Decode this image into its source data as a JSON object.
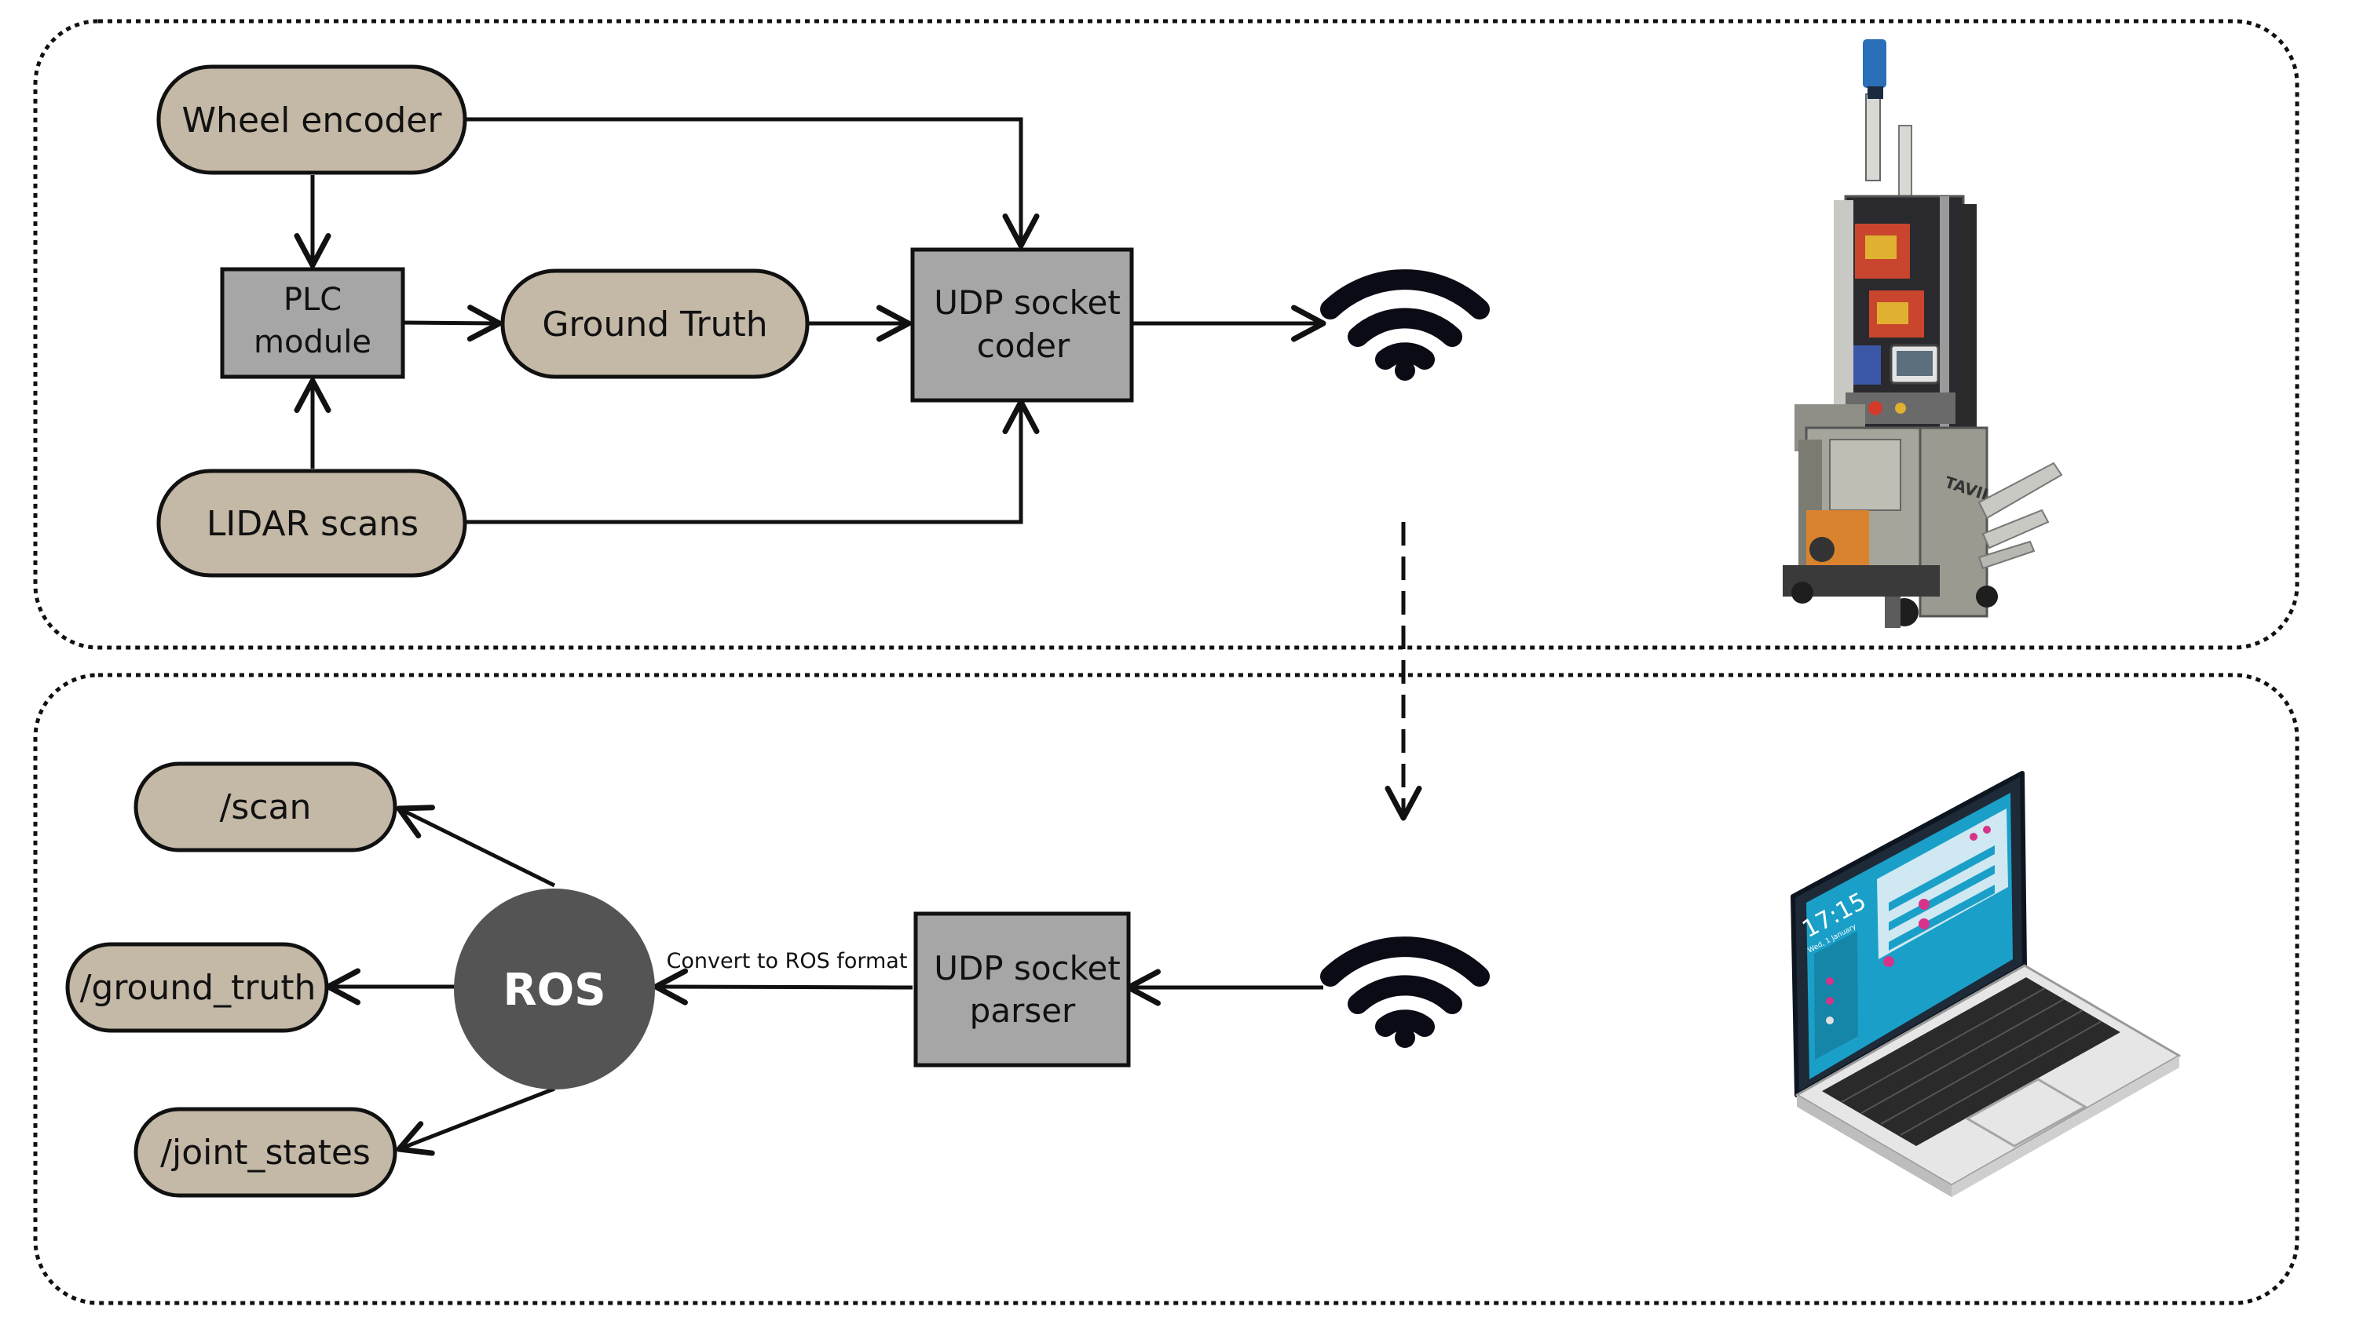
{
  "colors": {
    "pill_fill": "#c4b8a6",
    "box_fill": "#a6a6a6",
    "ros_fill": "#545454",
    "stroke": "#111111",
    "wifi": "#0b0b16",
    "laptop_screen": "#1aa0c8",
    "laptop_accent": "#d6338a"
  },
  "top_panel": {
    "wheel_encoder": "Wheel encoder",
    "plc_line1": "PLC",
    "plc_line2": "module",
    "ground_truth": "Ground Truth",
    "lidar_scans": "LIDAR scans",
    "udp_coder_line1": "UDP socket",
    "udp_coder_line2": "coder",
    "robot_icon": "forklift-robot-photo",
    "robot_brand": "TAVIL"
  },
  "bottom_panel": {
    "udp_parser_line1": "UDP socket",
    "udp_parser_line2": "parser",
    "convert_label": "Convert to ROS format",
    "ros": "ROS",
    "topic_scan": "/scan",
    "topic_ground_truth": "/ground_truth",
    "topic_joint_states": "/joint_states",
    "laptop_icon": "laptop-icon",
    "laptop_time": "17:15",
    "laptop_date": "Wed, 1 January"
  }
}
